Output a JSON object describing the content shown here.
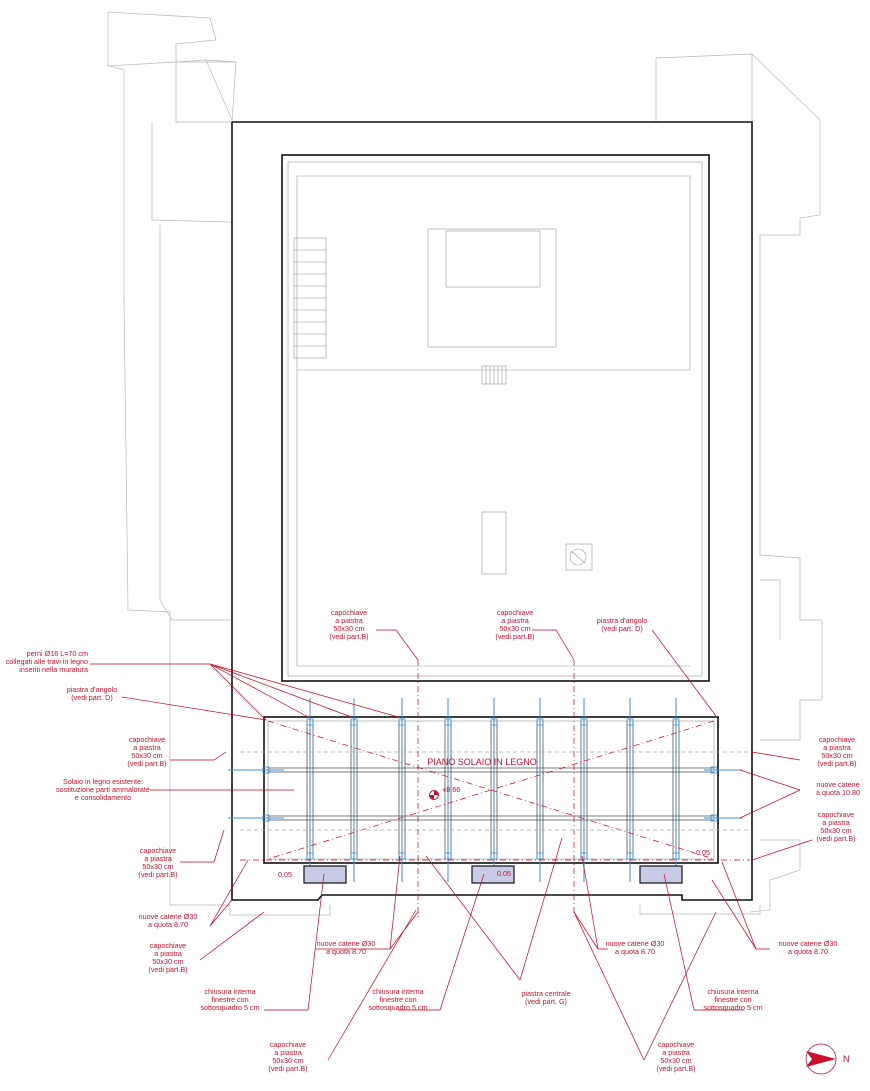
{
  "title": "PIANO SOLAIO IN LEGNO",
  "levels": {
    "floor_level": "+8.66",
    "offset_left": "0.05",
    "offset_right": "0.05",
    "offset_center": "0.05"
  },
  "labels": {
    "perni": [
      "perni Ø16 L=70 cm",
      "collegati alle travi in legno",
      "inseriti nella muratura"
    ],
    "piastra_angolo_left": [
      "piastra d'angolo",
      "(vedi part. D)"
    ],
    "piastra_angolo_right": [
      "piastra d'angolo",
      "(vedi part. D)"
    ],
    "capochiave_top_left": [
      "capochiave",
      "a piastra",
      "50x30 cm",
      "(vedi part.B)"
    ],
    "capochiave_top_center": [
      "capochiave",
      "a piastra",
      "50x30 cm",
      "(vedi part.B)"
    ],
    "capochiave_left_upper": [
      "capochiave",
      "a piastra",
      "50x30 cm",
      "(vedi part.B)"
    ],
    "capochiave_left_lower": [
      "capochiave",
      "a piastra",
      "50x30 cm",
      "(vedi part.B)"
    ],
    "capochiave_left_bottom": [
      "capochiave",
      "a piastra",
      "50x30 cm",
      "(vedi part.B)"
    ],
    "capochiave_right_upper": [
      "capochiave",
      "a piastra",
      "50x30 cm",
      "(vedi part.B)"
    ],
    "capochiave_right_lower": [
      "capochiave",
      "a piastra",
      "50x30 cm",
      "(vedi part.B)"
    ],
    "capochiave_bottom_left": [
      "capochiave",
      "a piastra",
      "50x30 cm",
      "(vedi part.B)"
    ],
    "capochiave_bottom_right": [
      "capochiave",
      "a piastra",
      "50x30 cm",
      "(vedi part.B)"
    ],
    "solaio": [
      "Solaio in legno esistente:",
      "sostituzione parti ammalorate",
      "e consolidamento"
    ],
    "catene_right_1080": [
      "nuove catene",
      "a quota 10.80"
    ],
    "catene_left": [
      "nuove catene Ø30",
      "a quota 8.70"
    ],
    "catene_center_left": [
      "nuove catene Ø30",
      "a quota 8.70"
    ],
    "catene_center_right": [
      "nuove catene Ø30",
      "a quota 8.70"
    ],
    "catene_right": [
      "nuove catene Ø30",
      "a quota 8.70"
    ],
    "chiusura_left": [
      "chiusura interna",
      "finestre con",
      "sottosquadro 5 cm"
    ],
    "chiusura_center": [
      "chiusura interna",
      "finestre con",
      "sottosquadro 5 cm"
    ],
    "chiusura_right": [
      "chiusura interna",
      "finestre con",
      "sottosquadro 5 cm"
    ],
    "piastra_centrale": [
      "piastra centrale",
      "(vedi part. G)"
    ]
  },
  "north_arrow": {
    "icon": "north-arrow-icon",
    "letter": "N"
  },
  "colors": {
    "annotation": "#c8102e",
    "tie_rods": "#3a8fd6",
    "walls": "#111111",
    "context": "#b9b9b9"
  }
}
